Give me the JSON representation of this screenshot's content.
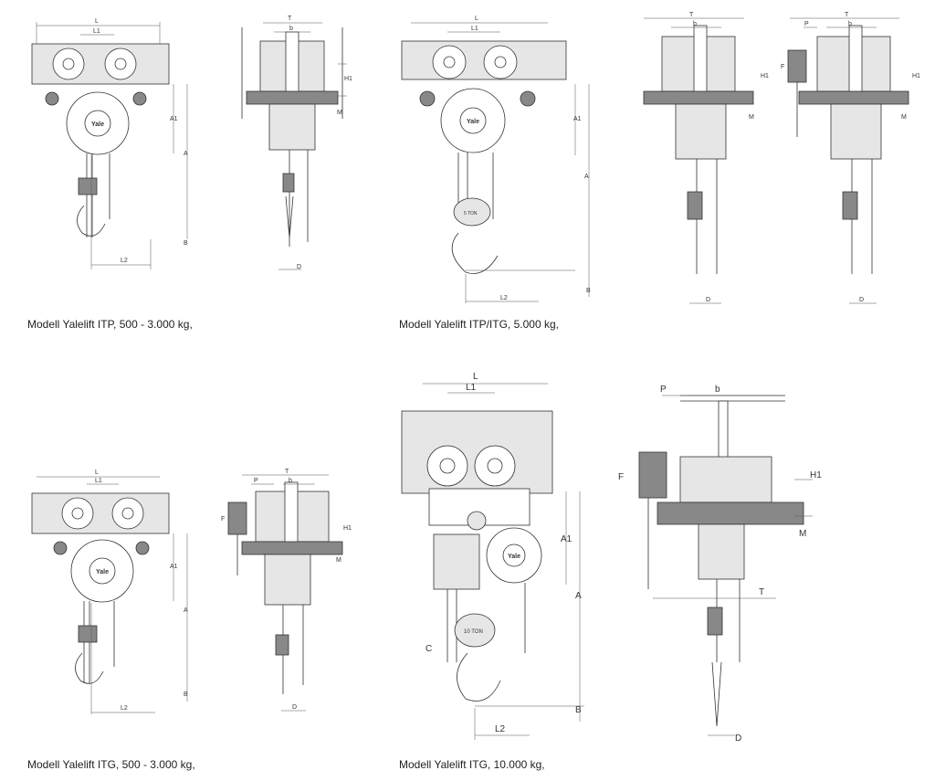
{
  "captions": {
    "itp_small": "Modell Yalelift ITP, 500 - 3.000 kg,",
    "itp_itg_5000": "Modell Yalelift ITP/ITG, 5.000 kg,",
    "itg_small": "Modell Yalelift ITG, 500 - 3.000 kg,",
    "itg_10000": "Modell Yalelift ITG, 10.000 kg,"
  },
  "dimension_labels": {
    "L": "L",
    "L1": "L1",
    "L2": "L2",
    "A": "A",
    "A1": "A1",
    "B": "B",
    "T": "T",
    "b": "b",
    "H1": "H1",
    "M": "M",
    "D": "D",
    "P": "P",
    "F": "F",
    "C": "C"
  },
  "brand_marks": {
    "yale": "Yale",
    "capacity_5t": "5 TON",
    "capacity_10t": "10 TON"
  }
}
